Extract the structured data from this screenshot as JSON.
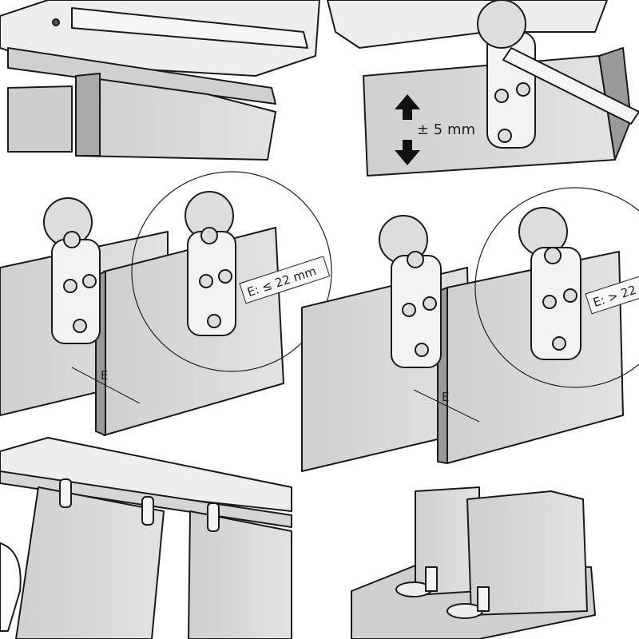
{
  "panels": {
    "height_adjustment": {
      "label": "± 5 mm"
    },
    "gap_small": {
      "gap_marker": "E",
      "callout": "E: ≤ 22 mm"
    },
    "gap_large": {
      "gap_marker": "E",
      "callout": "E: > 22"
    }
  },
  "colors": {
    "line": "#1a1a1a",
    "door_light": "#d8d8d8",
    "door_dark": "#a8a8a8",
    "metal": "#f2f2f2"
  }
}
